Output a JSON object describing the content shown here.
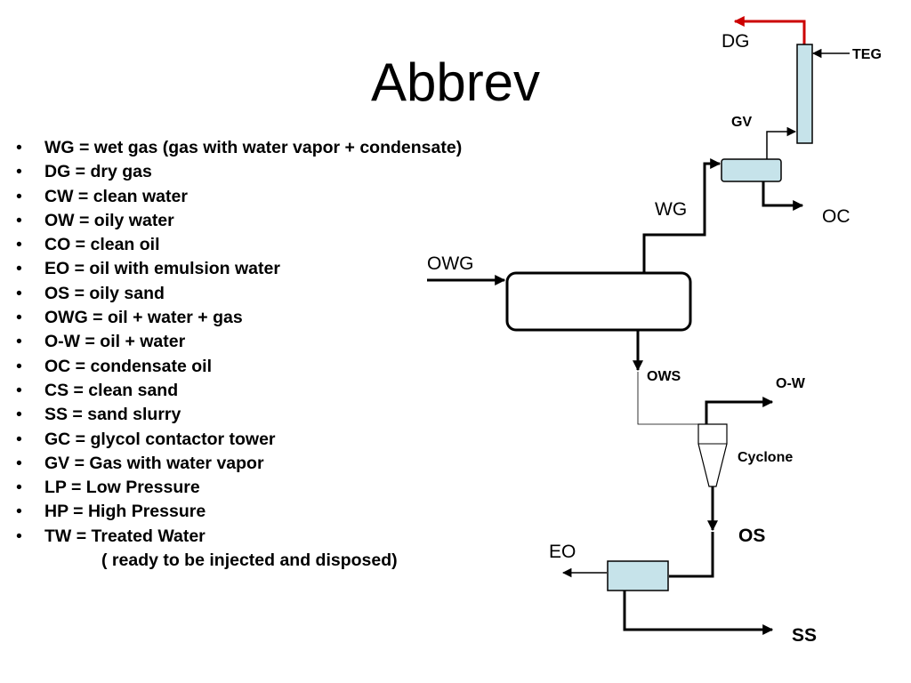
{
  "title": "Abbrev",
  "abbreviations": [
    "WG  = wet gas (gas with  water vapor + condensate)",
    "DG  = dry gas",
    "CW = clean water",
    "OW = oily water",
    "CO  = clean oil",
    "EO  = oil with emulsion water",
    "OS  = oily sand",
    "OWG = oil + water + gas",
    "O-W = oil + water",
    "OC  = condensate oil",
    "CS  = clean sand",
    "SS  = sand slurry",
    "GC = glycol contactor tower",
    "GV = Gas with water vapor",
    "LP = Low Pressure",
    "HP = High Pressure",
    "TW = Treated Water"
  ],
  "abbreviation_note": "( ready to be injected and disposed)",
  "diagram": {
    "labels": {
      "dg": "DG",
      "teg": "TEG",
      "gv": "GV",
      "wg": "WG",
      "oc": "OC",
      "owg": "OWG",
      "ows": "OWS",
      "ow": "O-W",
      "cyclone": "Cyclone",
      "os": "OS",
      "eo": "EO",
      "ss": "SS"
    },
    "colors": {
      "vessel_fill": "#c6e3ea",
      "dry_gas_line": "#cc0000",
      "line": "#000000"
    }
  }
}
